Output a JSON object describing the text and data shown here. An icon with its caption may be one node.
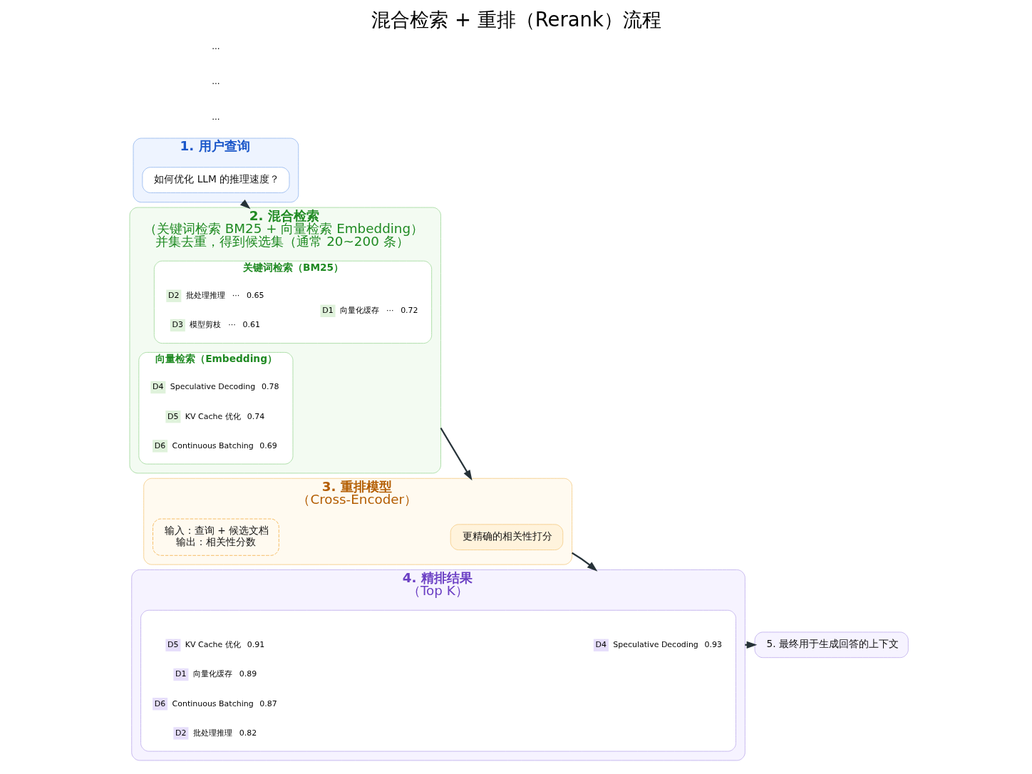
{
  "diagram": {
    "title": "混合检索 + 重排（Rerank）流程",
    "nodes": [
      {
        "text": [
          "1. 用户查询"
        ]
      },
      {
        "text": [
          "如何优化 LLM 的推理速度？"
        ],
        "in": 0
      },
      {
        "text": [
          "2. 混合检索",
          "（关键词检索 BM25 + 向量检索 Embedding）",
          "并集去重，得到候选集（通常 20~200 条）"
        ]
      },
      {
        "text": [
          "关键词检索（BM25）"
        ],
        "in": 2
      },
      {
        "text": [
          "D1",
          "向量化缓存",
          "···",
          "0.72"
        ],
        "in": 3
      },
      {
        "text": [
          "D2",
          "批处理推理",
          "···",
          "0.65"
        ],
        "in": 3
      },
      {
        "text": [
          "D3",
          "模型剪枝",
          "···",
          "0.61"
        ],
        "in": 3
      },
      {
        "text": [
          "向量检索（Embedding）"
        ],
        "in": 2
      },
      {
        "text": [
          "D4",
          "Speculative Decoding",
          "0.78"
        ],
        "in": 7
      },
      {
        "text": [
          "D5",
          "KV Cache 优化",
          "0.74"
        ],
        "in": 7
      },
      {
        "text": [
          "D6",
          "Continuous Batching",
          "0.69"
        ],
        "in": 7
      },
      {
        "text": [
          "3. 重排模型",
          "（Cross-Encoder）"
        ]
      },
      {
        "text": [
          "更精确的相关性打分"
        ],
        "in": 11
      },
      {
        "text": [
          "输入：查询 + 候选文档",
          "输出：相关性分数"
        ],
        "in": 11
      },
      {
        "text": [
          "4. 精排结果",
          "（Top K）"
        ]
      },
      {
        "text": [],
        "shape": "box",
        "in": 14
      },
      {
        "text": [
          "D4",
          "Speculative Decoding",
          "0.93"
        ],
        "in": 15
      },
      {
        "text": [
          "D5",
          "KV Cache 优化",
          "0.91"
        ],
        "in": 15
      },
      {
        "text": [
          "D1",
          "向量化缓存",
          "0.89"
        ],
        "in": 15
      },
      {
        "text": [
          "D6",
          "Continuous Batching",
          "0.87"
        ],
        "in": 15
      },
      {
        "text": [
          "D2",
          "批处理推理",
          "0.82"
        ],
        "in": 15
      },
      {
        "text": [
          "5. 最终用于生成回答的上下文"
        ]
      }
    ],
    "edges": [
      {
        "from": 0,
        "to": 2,
        "arrow": "to"
      },
      {
        "from": 2,
        "to": 11,
        "arrow": "to"
      },
      {
        "from": 11,
        "to": 14,
        "arrow": "to"
      },
      {
        "from": 14,
        "to": 21,
        "arrow": "to"
      }
    ],
    "labels": [
      "...",
      "...",
      "..."
    ]
  }
}
